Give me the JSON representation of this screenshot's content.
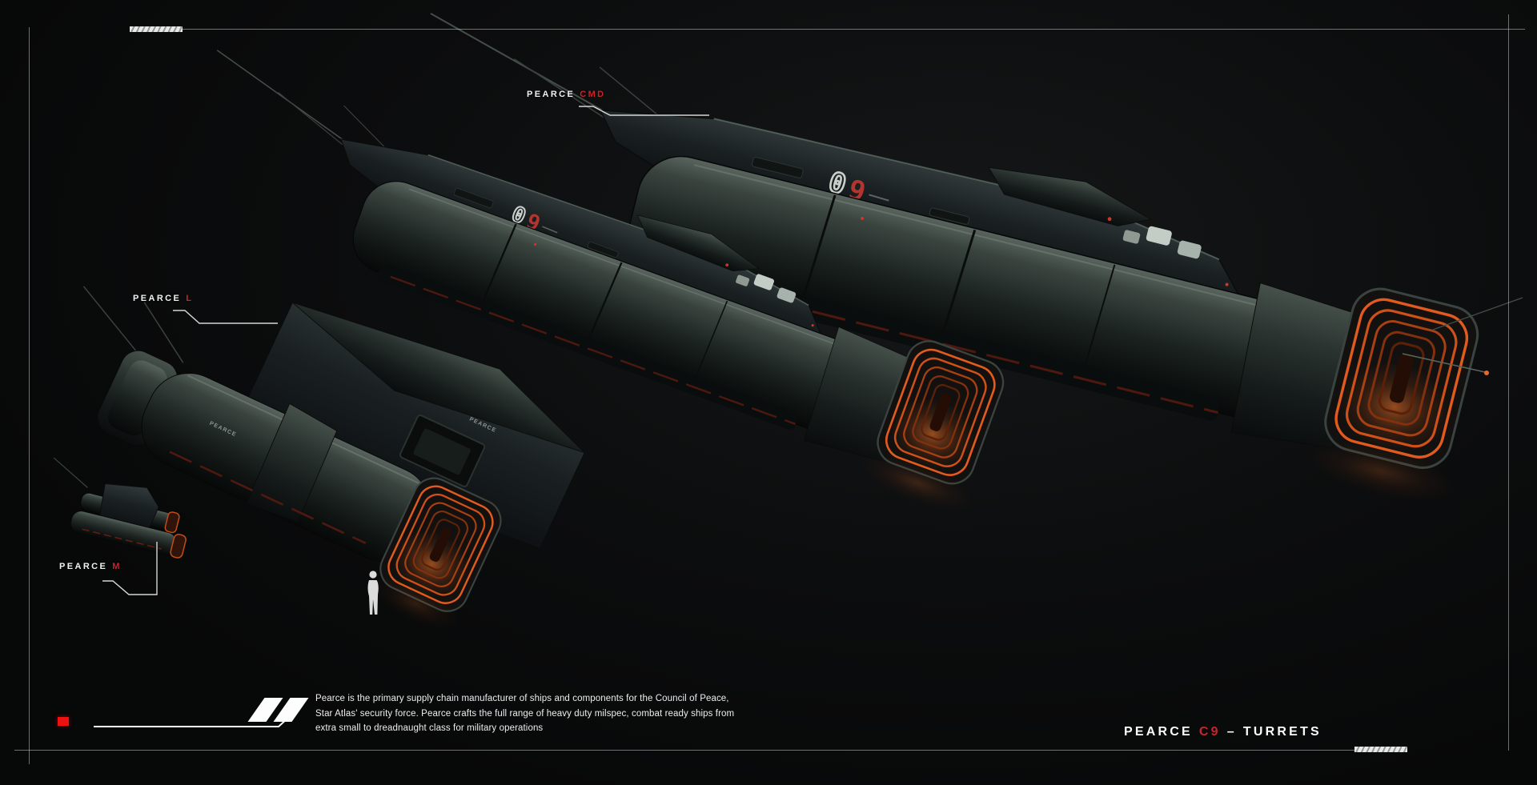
{
  "callouts": {
    "cmd": {
      "brand": "PEARCE",
      "code": "CMD"
    },
    "l": {
      "brand": "PEARCE",
      "code": "L"
    },
    "m": {
      "brand": "PEARCE",
      "code": "M"
    }
  },
  "hull_marking": {
    "outline_digit": "0",
    "red_digit": "9"
  },
  "hull_logo": "PEARCE",
  "footer": {
    "description_lines": [
      "Pearce is the primary supply chain manufacturer of ships and components for the Council of Peace,",
      "Star Atlas' security force. Pearce crafts the full range of heavy duty milspec, combat ready ships from",
      "extra small to dreadnaught class for military operations"
    ]
  },
  "title": {
    "brand": "PEARCE",
    "code": "C9",
    "dash": "–",
    "type": "TURRETS"
  },
  "colors": {
    "accent_red": "#c9242b",
    "signal_red": "#ec1212",
    "engine_orange": "#dd5a1e",
    "hull_tone": "#2b3431",
    "frame_gray": "#c3c6c6"
  }
}
